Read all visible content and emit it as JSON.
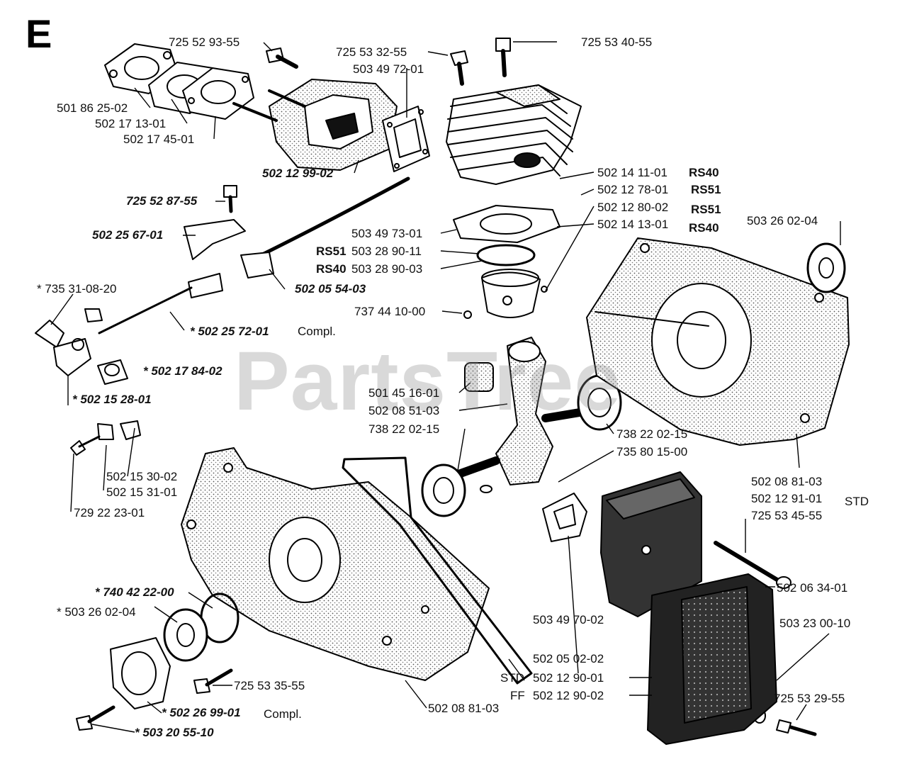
{
  "section_letter": "E",
  "watermark": "PartsTree",
  "labels": {
    "p725529355": "725 52 93-55",
    "p725533255": "725 53 32-55",
    "p503497201": "503 49 72-01",
    "p725534055": "725 53 40-55",
    "p501862502": "501 86 25-02",
    "p502171301": "502 17 13-01",
    "p502174501": "502 17 45-01",
    "p502129902": "502 12 99-02",
    "p502141101": "502 14 11-01",
    "p502127801": "502 12 78-01",
    "p502128002": "502 12 80-02",
    "p502141301": "502 14 13-01",
    "p725528755": "725 52 87-55",
    "p502256701": "502 25 67-01",
    "p503497301": "503 49 73-01",
    "p503289011": "503 28 90-11",
    "p503289003": "503 28 90-03",
    "p503260204a": "503 26 02-04",
    "p502055403": "502 05 54-03",
    "p735310820": "* 735 31-08-20",
    "p737441000": "737 44 10-00",
    "p502257201": "* 502 25 72-01",
    "p502178402": "* 502 17 84-02",
    "p501451601": "501 45 16-01",
    "p502085103": "502 08 51-03",
    "p738220215a": "738 22 02-15",
    "p502152801": "* 502 15 28-01",
    "p738220215b": "738 22 02-15",
    "p735801500": "735 80 15-00",
    "p502153002": "502 15 30-02",
    "p502153101": "502 15 31-01",
    "p729222301": "729 22 23-01",
    "p502088103a": "502 08 81-03",
    "p502129101": "502 12 91-01",
    "p725534555": "725 53 45-55",
    "p502063401": "502 06 34-01",
    "p740422200": "* 740 42 22-00",
    "p503260204b": "* 503 26 02-04",
    "p503497002": "503 49 70-02",
    "p503230010": "503 23 00-10",
    "p502050202": "502 05 02-02",
    "p502129001": "502 12 90-01",
    "p502129002": "502 12 90-02",
    "p725533555": "725 53 35-55",
    "p725532955": "725 53 29-55",
    "p502269901": "* 502 26 99-01",
    "p502088103b": "502 08 81-03",
    "p503205510": "* 503 20 55-10"
  },
  "tags": {
    "rs40_a": "RS40",
    "rs51_a": "RS51",
    "rs51_b": "RS51",
    "rs40_b": "RS40",
    "rs51_c": "RS51",
    "rs40_c": "RS40",
    "compl_a": "Compl.",
    "std_a": "STD",
    "std_b": "STD",
    "ff": "FF",
    "compl_b": "Compl."
  }
}
